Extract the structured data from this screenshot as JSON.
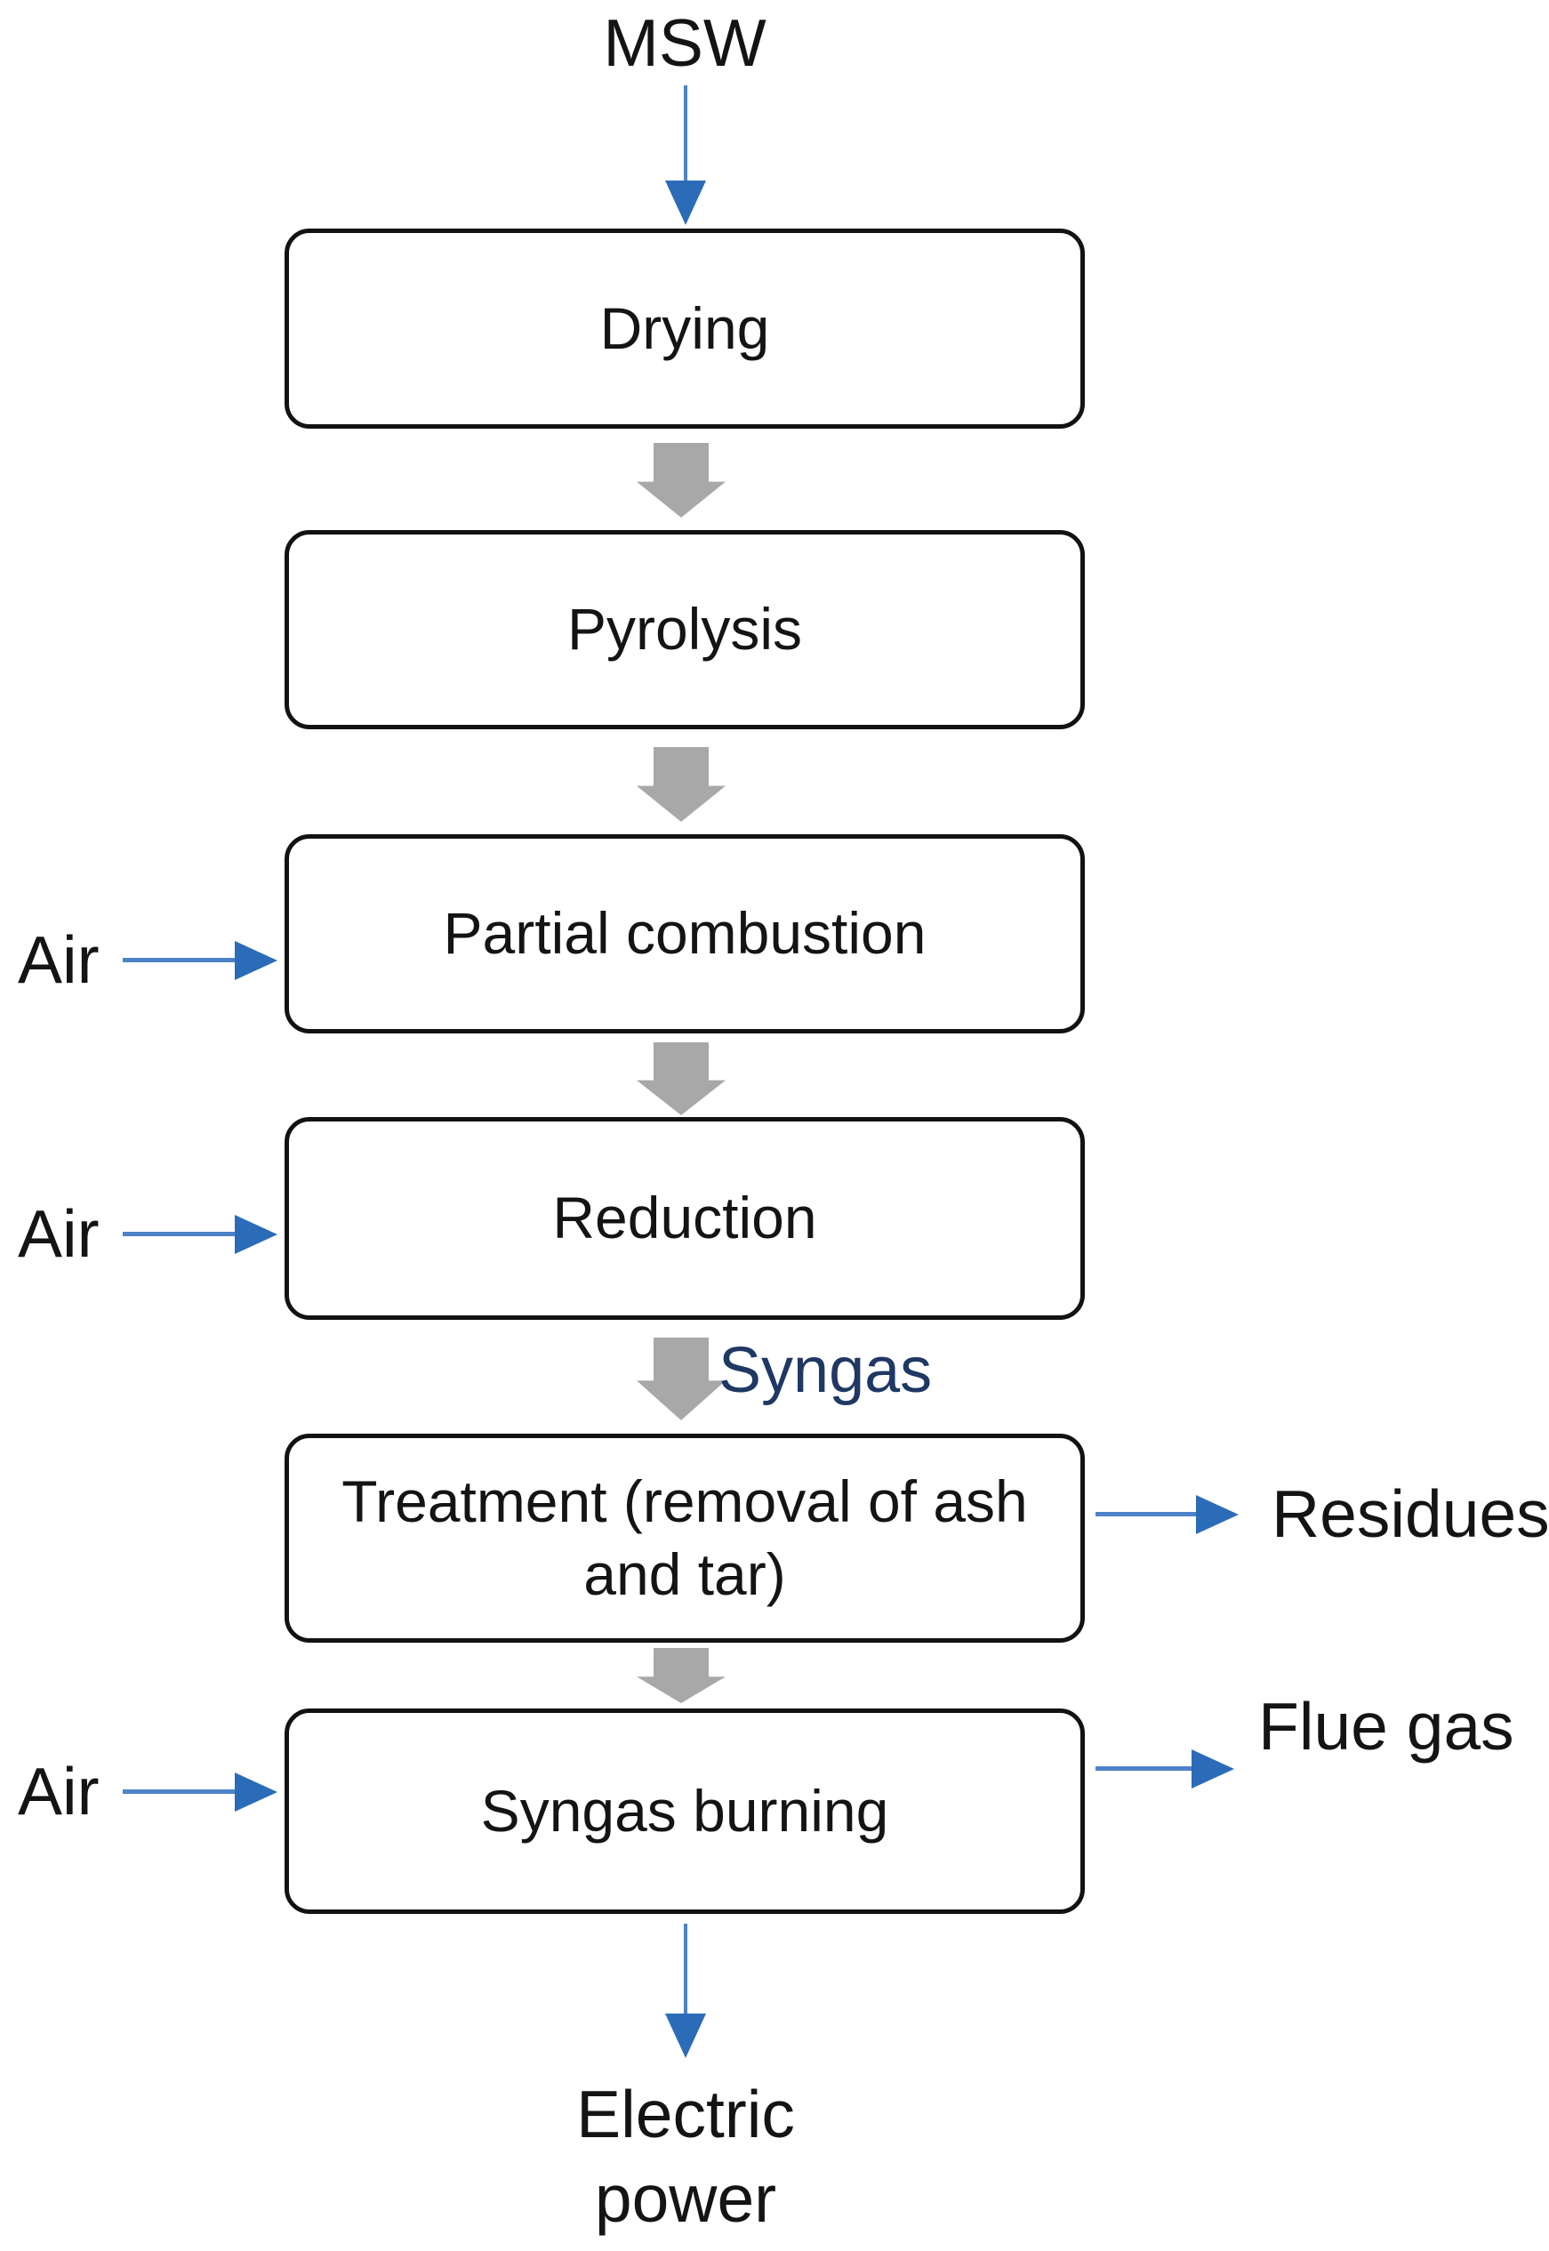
{
  "flow": {
    "input_label": "MSW",
    "air_label": "Air",
    "syngas_label": "Syngas",
    "nodes": [
      {
        "label": "Drying"
      },
      {
        "label": "Pyrolysis"
      },
      {
        "label": "Partial combustion"
      },
      {
        "label": "Reduction"
      },
      {
        "label": "Treatment (removal of ash and tar)"
      },
      {
        "label": "Syngas burning"
      }
    ],
    "outputs": {
      "residues": "Residues",
      "flue_gas": "Flue gas",
      "electric_power": "Electric power"
    },
    "colors": {
      "blue_arrow_line": "#4e82c8",
      "blue_arrow_head": "#2b6cb8",
      "gray_arrow": "#a8a8a8",
      "syngas_text": "#1f3864",
      "box_border": "#121212",
      "text": "#141414",
      "background": "#ffffff"
    }
  }
}
